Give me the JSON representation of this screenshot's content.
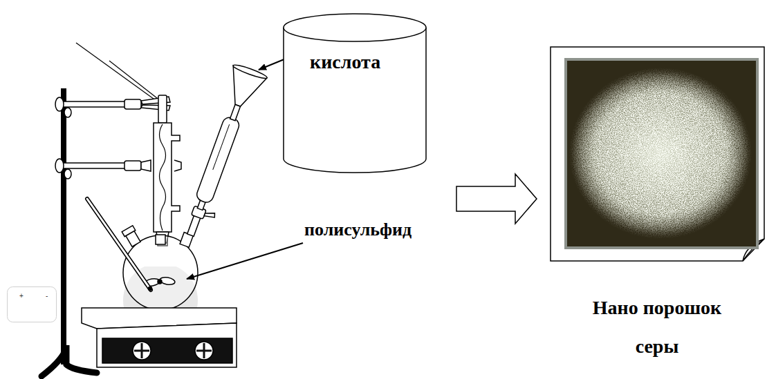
{
  "diagram": {
    "nodes": [
      {
        "text": [
          "кислота"
        ]
      },
      {
        "text": [
          "+",
          "-"
        ]
      }
    ],
    "labels": [
      "полисульфид",
      "Нано порошок серы"
    ]
  }
}
